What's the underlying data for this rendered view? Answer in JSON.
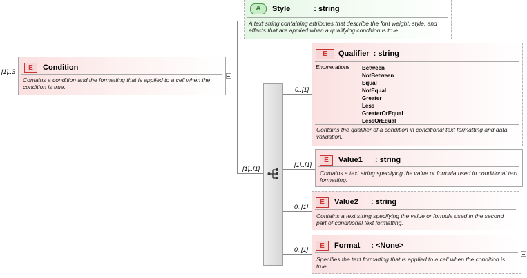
{
  "condition": {
    "badge": "E",
    "name": "Condition",
    "occurs": "[1]..3",
    "description": "Contains a condition and the formatting that is applied to a cell when the condition is true."
  },
  "style": {
    "badge": "A",
    "name": "Style",
    "type": ": string",
    "description": "A text string containing attributes that describe the font weight, style, and effects that are applied when a qualifying condition is true."
  },
  "sequence": {
    "occurs": "[1]..[1]"
  },
  "qualifier": {
    "badge": "E",
    "name": "Qualifier",
    "type": ": string",
    "occurs": "0..[1]",
    "enumerations_label": "Enumerations",
    "enumerations": [
      "Between",
      "NotBetween",
      "Equal",
      "NotEqual",
      "Greater",
      "Less",
      "GreaterOrEqual",
      "LessOrEqual"
    ],
    "description": "Contains the qualifier of a condition in conditional text formatting and data validation."
  },
  "value1": {
    "badge": "E",
    "name": "Value1",
    "type": ": string",
    "occurs": "[1]..[1]",
    "description": "Contains a text string specifying the value or formula used in conditional text formatting."
  },
  "value2": {
    "badge": "E",
    "name": "Value2",
    "type": ": string",
    "occurs": "0..[1]",
    "description": "Contains a text string specifying the value or formula used in the second part of conditional text formatting."
  },
  "format": {
    "badge": "E",
    "name": "Format",
    "type": ": <None>",
    "occurs": "0..[1]",
    "description": "Specifies the text formatting that is applied to a cell when the condition is true."
  }
}
